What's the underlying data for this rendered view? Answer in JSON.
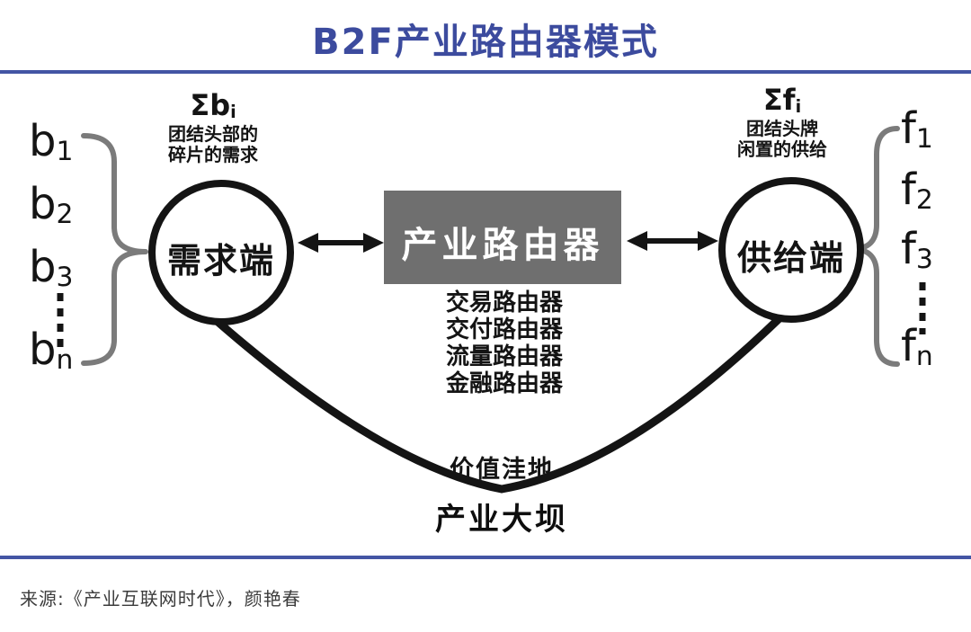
{
  "title": "B2F产业路由器模式",
  "source": "来源:《产业互联网时代》，颜艳春",
  "demand_side": {
    "sum_base": "Σb",
    "sum_sub": "i",
    "sum_desc_line1": "团结头部的",
    "sum_desc_line2": "碎片的需求",
    "node_label": "需求端",
    "items": [
      {
        "base": "b",
        "sub": "1"
      },
      {
        "base": "b",
        "sub": "2"
      },
      {
        "base": "b",
        "sub": "3"
      },
      {
        "base": "b",
        "sub": "n"
      }
    ]
  },
  "supply_side": {
    "sum_base": "Σf",
    "sum_sub": "i",
    "sum_desc_line1": "团结头牌",
    "sum_desc_line2": "闲置的供给",
    "node_label": "供给端",
    "items": [
      {
        "base": "f",
        "sub": "1"
      },
      {
        "base": "f",
        "sub": "2"
      },
      {
        "base": "f",
        "sub": "3"
      },
      {
        "base": "f",
        "sub": "n"
      }
    ]
  },
  "router": {
    "box_label": "产业路由器",
    "types": [
      "交易路由器",
      "交付路由器",
      "流量路由器",
      "金融路由器"
    ]
  },
  "dam": {
    "valley_label": "价值洼地",
    "dam_label": "产业大坝"
  },
  "colors": {
    "accent_blue": "#3c4b9e",
    "rule_blue": "#4355a4",
    "box_gray": "#6f6f6f",
    "brace_gray": "#7b7b7b",
    "ink_black": "#141414"
  }
}
